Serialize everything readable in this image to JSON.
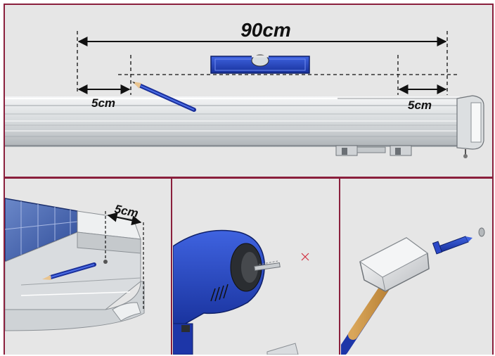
{
  "colors": {
    "frame": "#8a1f3c",
    "panel_bg": "#e6e6e6",
    "tool_blue": "#1f3fbf",
    "handle_wood": "#c8903e",
    "aluminium": "#cfd3d6"
  },
  "top_panel": {
    "total_width_label": "90cm",
    "left_offset_label": "5cm",
    "right_offset_label": "5cm"
  },
  "step1": {
    "offset_label": "5cm"
  },
  "icons": [
    "spirit-level-icon",
    "pencil-icon",
    "drill-icon",
    "hammer-icon",
    "wall-plug-icon"
  ]
}
